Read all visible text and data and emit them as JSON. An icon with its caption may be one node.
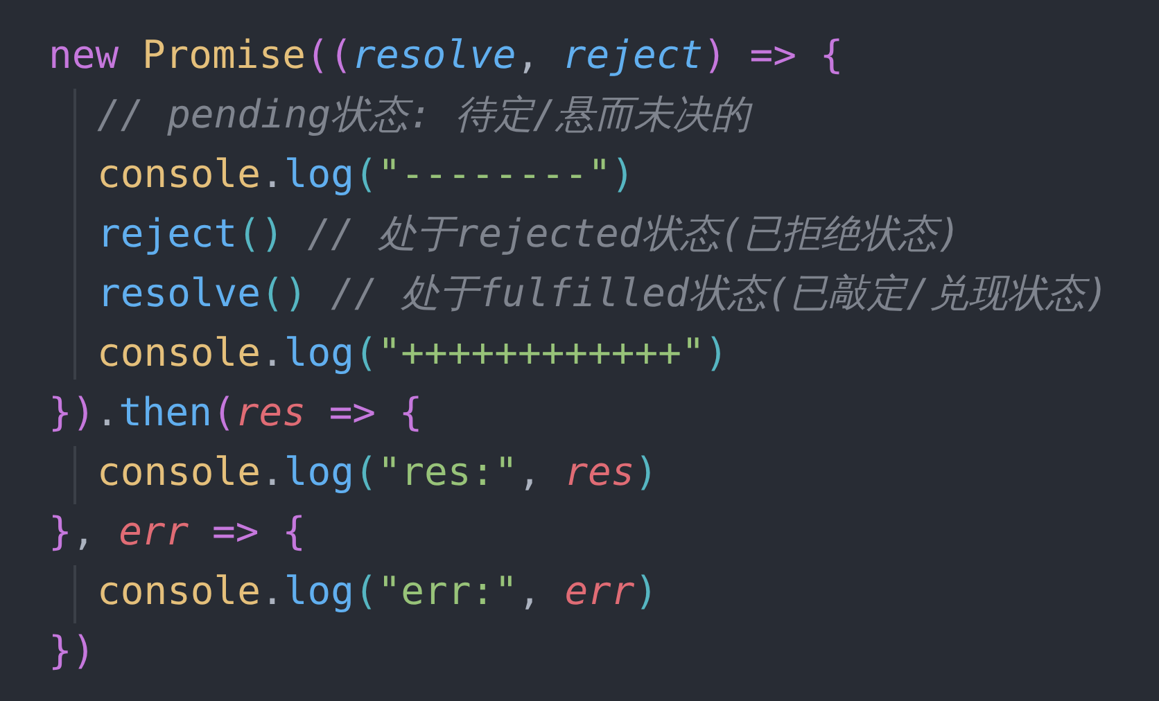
{
  "diagram": {
    "labels": [
      "new Promise((resolve, reject) => {",
      "// pending状态: 待定/悬而未决的",
      "console.log(\"--------\")",
      "reject() // 处于rejected状态(已拒绝状态)",
      "resolve() // 处于fulfilled状态(已敲定/兑现状态)",
      "console.log(\"++++++++++++\")",
      "}).then(res => {",
      "console.log(\"res:\", res)",
      "}, err => {",
      "console.log(\"err:\", err)",
      "})"
    ]
  }
}
